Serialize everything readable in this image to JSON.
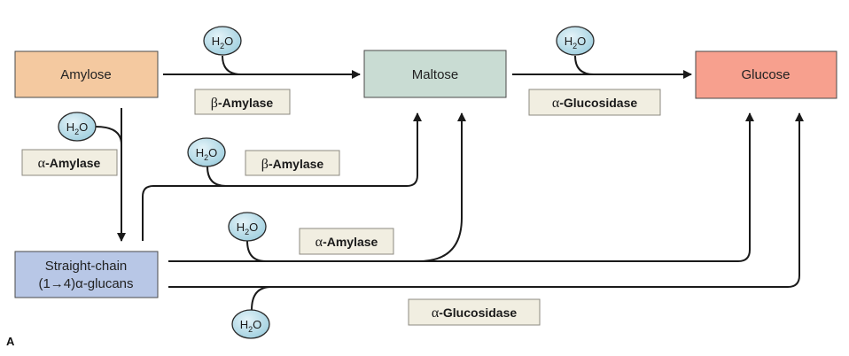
{
  "panel_label": "A",
  "colors": {
    "amylose": "#f4c9a0",
    "maltose": "#c9dcd3",
    "glucose": "#f7a08e",
    "glucans": "#b8c7e6",
    "enzyme_box": "#f1eee1",
    "water": "#b9dde8"
  },
  "nodes": {
    "amylose": "Amylose",
    "maltose": "Maltose",
    "glucose": "Glucose",
    "glucans_line1": "Straight-chain",
    "glucans_line2": "(1→4)α-glucans"
  },
  "water": {
    "base": "H",
    "sub": "2",
    "tail": "O"
  },
  "enzymes": {
    "beta_amylase_top": {
      "greek": "β",
      "name": "-Amylase"
    },
    "alpha_glucosidase_top": {
      "greek": "α",
      "name": "-Glucosidase"
    },
    "alpha_amylase_left": {
      "greek": "α",
      "name": "-Amylase"
    },
    "beta_amylase_mid": {
      "greek": "β",
      "name": "-Amylase"
    },
    "alpha_amylase_mid": {
      "greek": "α",
      "name": "-Amylase"
    },
    "alpha_glucosidase_bottom": {
      "greek": "α",
      "name": "-Glucosidase"
    }
  }
}
